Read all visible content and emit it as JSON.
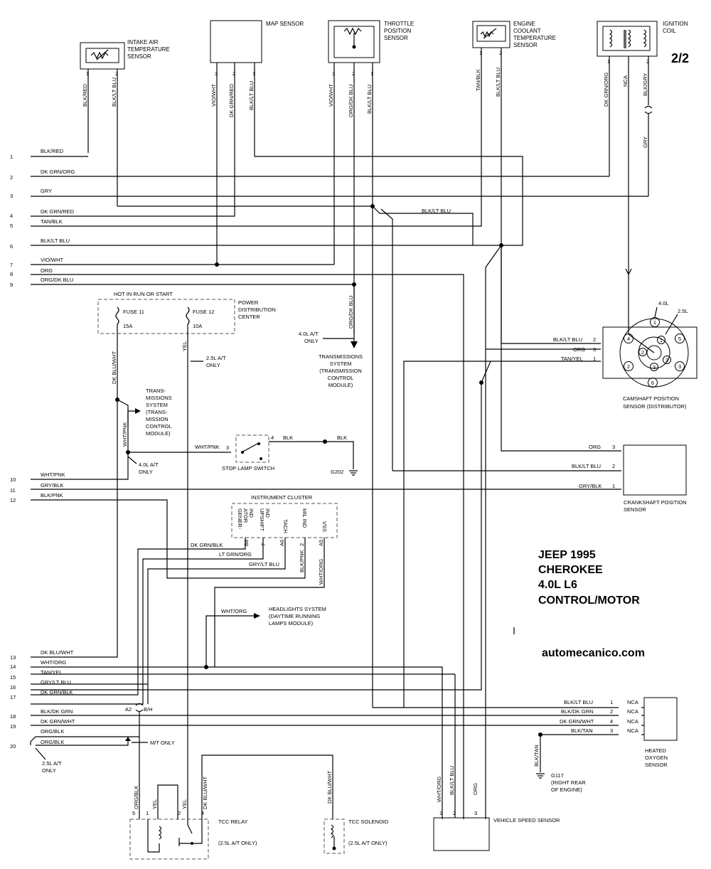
{
  "page": "2/2",
  "title_lines": [
    "JEEP 1995",
    "CHEROKEE",
    "4.0L  L6",
    "CONTROL/MOTOR"
  ],
  "watermark": "automecanico.com",
  "rows": [
    {
      "num": "1",
      "label": "BLK/RED"
    },
    {
      "num": "2",
      "label": "DK GRN/ORG"
    },
    {
      "num": "3",
      "label": "GRY"
    },
    {
      "num": "4",
      "label": "DK GRN/RED"
    },
    {
      "num": "5",
      "label": "TAN/BLK"
    },
    {
      "num": "6",
      "label": "BLK/LT BLU"
    },
    {
      "num": "7",
      "label": "VIO/WHT"
    },
    {
      "num": "8",
      "label": "ORG"
    },
    {
      "num": "9",
      "label": "ORG/DK BLU"
    },
    {
      "num": "10",
      "label": "WHT/PNK"
    },
    {
      "num": "11",
      "label": "GRY/BLK"
    },
    {
      "num": "12",
      "label": "BLK/PNK"
    },
    {
      "num": "13",
      "label": "DK BLU/WHT"
    },
    {
      "num": "14",
      "label": "WHT/ORG"
    },
    {
      "num": "15",
      "label": "TAN/YEL"
    },
    {
      "num": "16",
      "label": "GRY/LT BLU"
    },
    {
      "num": "17",
      "label": "DK GRN/BLK"
    },
    {
      "num": "18",
      "label": "BLK/DK GRN"
    },
    {
      "num": "19",
      "label": "DK GRN/WHT"
    },
    {
      "num": "20",
      "label": "ORG/BLK"
    }
  ],
  "row20_label2": "ORG/BLK",
  "components": {
    "iat": [
      "INTAKE AIR",
      "TEMPERATURE",
      "SENSOR"
    ],
    "map": [
      "MAP SENSOR"
    ],
    "tps": [
      "THROTTLE",
      "POSITION",
      "SENSOR"
    ],
    "ect": [
      "ENGINE",
      "COOLANT",
      "TEMPERATURE",
      "SENSOR"
    ],
    "coil": [
      "IGNITION",
      "COIL"
    ],
    "pdc": [
      "POWER",
      "DISTRIBUTION",
      "CENTER"
    ],
    "hot_run": "HOT IN RUN OR START",
    "fuse11": [
      "FUSE 11",
      "15A"
    ],
    "fuse12": [
      "FUSE 12",
      "10A"
    ],
    "tcm_top": [
      "TRANSMISSIONS",
      "SYSTEM",
      "(TRANSMISSION",
      "CONTROL",
      "MODULE)"
    ],
    "tcm_mid": [
      "TRANS-",
      "MISSIONS",
      "SYSTEM",
      "(TRANS-",
      "MISSION",
      "CONTROL",
      "MODULE)"
    ],
    "stop_lamp": "STOP LAMP SWITCH",
    "g202": "G202",
    "cmp": [
      "CAMSHAFT POSITION",
      "SENSOR  (DISTRIBUTOR)"
    ],
    "ckp": [
      "CRANKSHAFT POSITION",
      "SENSOR"
    ],
    "cluster": "INSTRUMENT CLUSTER",
    "headlights": [
      "HEADLIGHTS SYSTEM",
      "(DAYTIME RUNNING",
      "LAMPS MODULE)"
    ],
    "o2": [
      "HEATED",
      "OXYGEN",
      "SENSOR"
    ],
    "g117": [
      "G117",
      "(RIGHT REAR",
      "OF ENGINE)"
    ],
    "tcc_relay": [
      "TCC RELAY",
      "(2.5L A/T ONLY)"
    ],
    "tcc_sol": [
      "TCC SOLENOID",
      "(2.5L A/T ONLY)"
    ],
    "vss": "VEHICLE SPEED SENSOR"
  },
  "notes": {
    "a40_at_only": [
      "4.0L A/T",
      "ONLY"
    ],
    "a25_at_only": [
      "2.5L A/T",
      "ONLY"
    ],
    "a40_at_only2": [
      "4.0L  A/T",
      "ONLY"
    ],
    "mt_only": "M/T ONLY",
    "a25_at_only2": [
      "2.5L A/T",
      "ONLY"
    ],
    "a2": "A2",
    "bh": "B/H",
    "v40": "4.0L",
    "v25": "2.5L"
  },
  "vertical_labels": {
    "iat": [
      "BLK/RED",
      "BLK/LT BLU"
    ],
    "map": [
      "VIO/WHT",
      "DK GRN/RED",
      "BLK/LT BLU"
    ],
    "tps": [
      "VIO/WHT",
      "ORG/DK BLU",
      "BLK/LT BLU"
    ],
    "ect": [
      "TAN/BLK",
      "BLK/LT BLU"
    ],
    "coil": [
      "DK GRN/ORG",
      "NCA",
      "BLK/GRY"
    ],
    "gry": "GRY",
    "orgdkblu": "ORG/DK BLU",
    "dkbluwht": "DK BLU/WHT",
    "yel": "YEL",
    "whtpnk": "WHT/PNK",
    "blkpnk": "BLK/PNK",
    "whtorg": "WHT/ORG",
    "blktan": "BLK/TAN",
    "relay": [
      "ORG/BLK",
      "YEL",
      "YEL",
      "DK BLU/WHT"
    ],
    "sol": "DK BLU/WHT",
    "vss": [
      "WHT/ORG",
      "BLK/LT BLU",
      "ORG"
    ]
  },
  "cluster_cols": [
    "GENER-\nATOR\nIND",
    "UPSHIFT\nIND",
    "TACH",
    "MIL IND",
    "VSS"
  ],
  "cluster_pins": [
    "B8",
    "7",
    "A6",
    "2",
    "A5"
  ],
  "cluster_wires": [
    "DK GRN/BLK",
    "LT GRN/ORG",
    "GRY/LT BLU"
  ],
  "horiz_labels": {
    "blkltblu_mid": "BLK/LT BLU",
    "whtpnk_stop": "WHT/PNK",
    "blk_stop1": "BLK",
    "blk_stop2": "BLK",
    "whtorg_head": "WHT/ORG"
  },
  "cmp_pins": [
    {
      "label": "BLK/LT BLU",
      "pin": "2"
    },
    {
      "label": "ORG",
      "pin": "3"
    },
    {
      "label": "TAN/YEL",
      "pin": "1"
    }
  ],
  "ckp_pins": [
    {
      "label": "ORG",
      "pin": "3"
    },
    {
      "label": "BLK/LT BLU",
      "pin": "2"
    },
    {
      "label": "GRY/BLK",
      "pin": "1"
    }
  ],
  "o2_pins": [
    {
      "label": "BLK/LT BLU",
      "pin": "1",
      "nca": "NCA"
    },
    {
      "label": "BLK/DK GRN",
      "pin": "2",
      "nca": "NCA"
    },
    {
      "label": "DK GRN/WHT",
      "pin": "4",
      "nca": "NCA"
    },
    {
      "label": "BLK/TAN",
      "pin": "3",
      "nca": "NCA"
    }
  ],
  "pin_nums": {
    "iat": [
      "1",
      "2"
    ],
    "map": [
      "3",
      "2",
      "1"
    ],
    "tps": [
      "3",
      "2",
      "1"
    ],
    "ect": [
      "1",
      "2"
    ],
    "coil": [
      "1",
      "2"
    ],
    "stop": [
      "3",
      "4"
    ],
    "relay": [
      "5",
      "1",
      "2",
      "4"
    ],
    "vss": [
      "1",
      "2",
      "3"
    ],
    "dist": [
      "1",
      "2",
      "3",
      "4",
      "5",
      "6",
      "1",
      "2",
      "3",
      "3"
    ]
  }
}
